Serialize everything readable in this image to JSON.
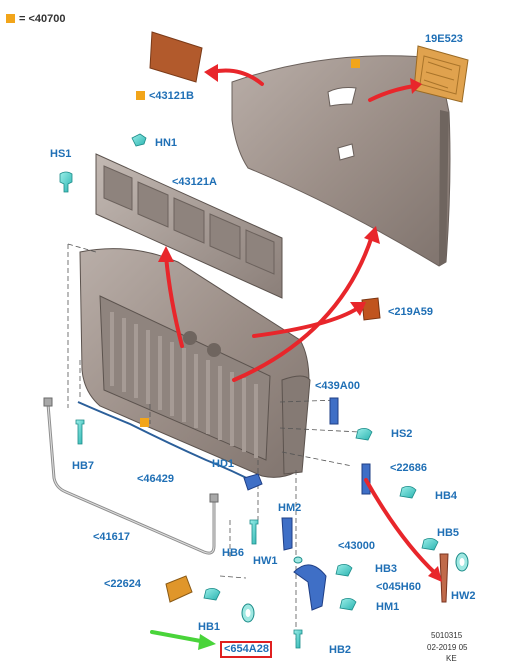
{
  "colors": {
    "label": "#1f6fb5",
    "arrow_red": "#e8262b",
    "arrow_green": "#49d43a",
    "legend_swatch": "#f2a51a",
    "panel": "#9c8f88",
    "highlight_box": "#e02020"
  },
  "legend": {
    "text": "= <40700"
  },
  "labels": {
    "p43121b": "<43121B",
    "p19e523": "19E523",
    "hn1": "HN1",
    "hs1": "HS1",
    "p43121a": "<43121A",
    "p219a59": "<219A59",
    "p439a00": "<439A00",
    "hs2": "HS2",
    "p22686": "<22686",
    "hb4": "HB4",
    "hb7": "HB7",
    "p46429": "<46429",
    "hd1": "HD1",
    "hm2": "HM2",
    "p41617": "<41617",
    "hb6": "HB6",
    "hw1": "HW1",
    "p43000": "<43000",
    "hb5": "HB5",
    "p22624": "<22624",
    "hb3": "HB3",
    "p045h60": "<045H60",
    "hw2": "HW2",
    "hm1": "HM1",
    "hb1": "HB1",
    "p654a28": "<654A28",
    "hb2": "HB2"
  },
  "meta": {
    "code": "5010315",
    "date": "02-2019 05",
    "initials": "KE"
  }
}
